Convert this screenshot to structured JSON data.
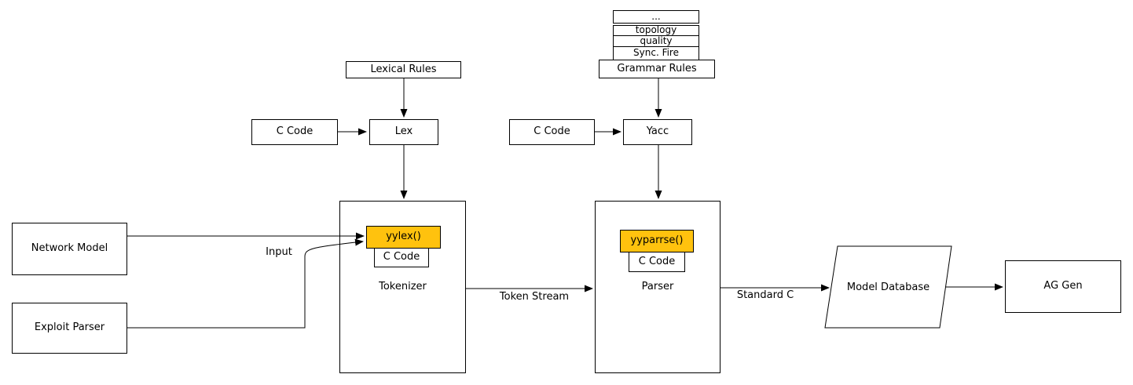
{
  "colors": {
    "highlight": "#FFC20E",
    "line": "#000000",
    "background": "#FFFFFF"
  },
  "nodes": {
    "stack_dots": "...",
    "stack_topology": "topology",
    "stack_quality": "quality",
    "stack_sync_fire": "Sync. Fire",
    "grammar_rules": "Grammar Rules",
    "lexical_rules": "Lexical Rules",
    "c_code_lex": "C Code",
    "lex": "Lex",
    "c_code_yacc": "C Code",
    "yacc": "Yacc",
    "network_model": "Network Model",
    "exploit_parser": "Exploit Parser",
    "tokenizer": "Tokenizer",
    "yylex": "yylex()",
    "tokenizer_c_code": "C Code",
    "parser": "Parser",
    "yyparrse": "yyparrse()",
    "parser_c_code": "C Code",
    "model_database": "Model Database",
    "ag_gen": "AG Gen"
  },
  "edge_labels": {
    "input": "Input",
    "token_stream": "Token Stream",
    "standard_c": "Standard C"
  }
}
